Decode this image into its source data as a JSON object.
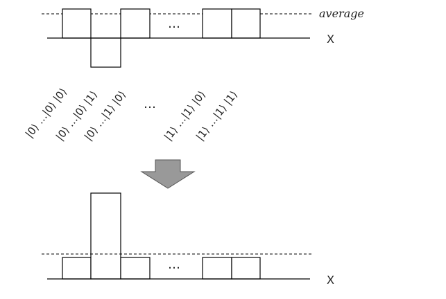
{
  "top_panel": {
    "average_label": "average",
    "axis_label": "X",
    "ellipsis": "…"
  },
  "state_labels": [
    "|0⟩ …|0⟩ |0⟩",
    "|0⟩ …|0⟩ |1⟩",
    "|0⟩ …|1⟩ |0⟩",
    "…",
    "|1⟩ …|1⟩ |0⟩",
    "|1⟩ …|1⟩ |1⟩"
  ],
  "bottom_panel": {
    "axis_label": "X",
    "ellipsis": "…"
  },
  "arrow_color": "#999999",
  "chart_data": [
    {
      "type": "bar",
      "categories": [
        "|0⟩…|0⟩|0⟩",
        "|0⟩…|0⟩|1⟩",
        "|0⟩…|1⟩|0⟩",
        "|1⟩…|1⟩|0⟩",
        "|1⟩…|1⟩|1⟩"
      ],
      "values": [
        1,
        -1,
        1,
        1,
        1
      ],
      "average": 1,
      "xlabel": "X",
      "ylim": [
        -1.2,
        1.2
      ]
    },
    {
      "type": "bar",
      "categories": [
        "|0⟩…|0⟩|0⟩",
        "|0⟩…|0⟩|1⟩",
        "|0⟩…|1⟩|0⟩",
        "|1⟩…|1⟩|0⟩",
        "|1⟩…|1⟩|1⟩"
      ],
      "values": [
        1,
        4,
        1,
        1,
        1
      ],
      "average": 1.2,
      "xlabel": "X",
      "ylim": [
        0,
        4.2
      ]
    }
  ]
}
